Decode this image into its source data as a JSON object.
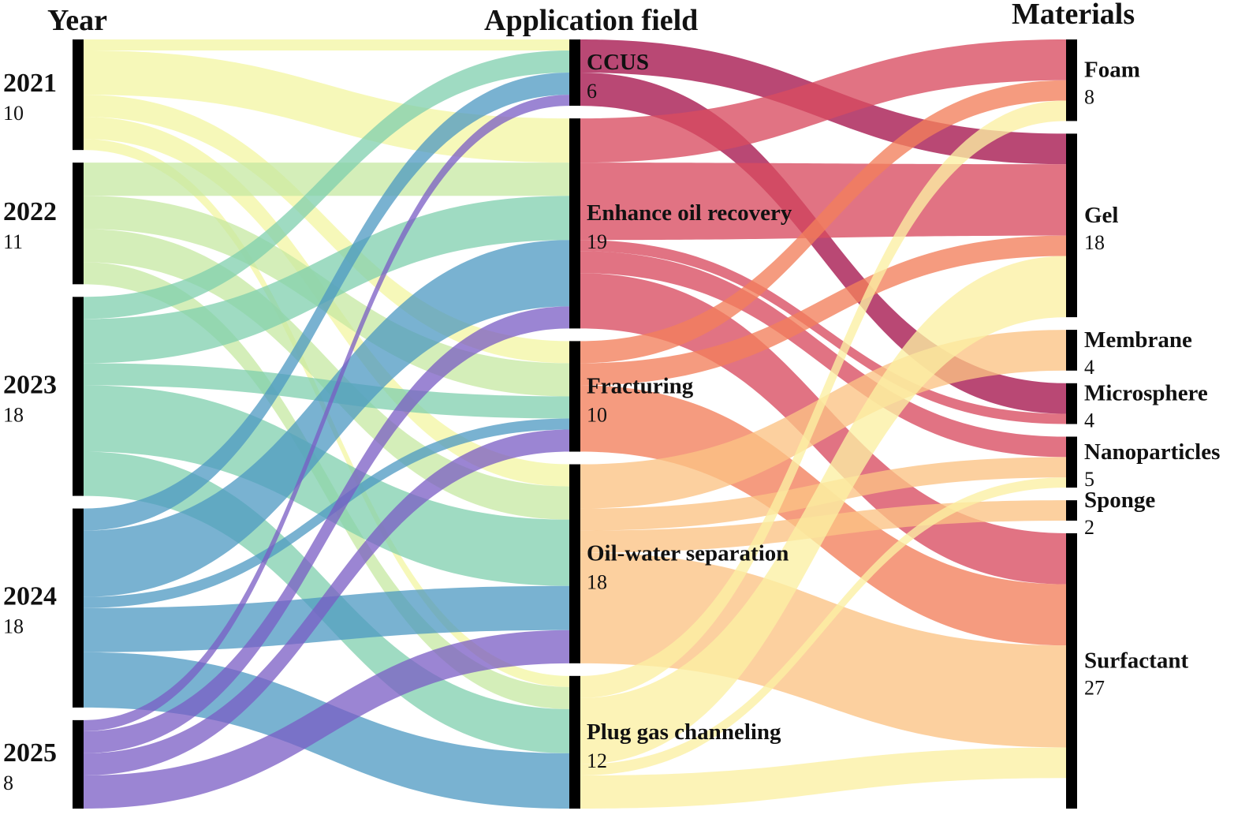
{
  "columns": {
    "year": "Year",
    "application": "Application field",
    "materials": "Materials"
  },
  "years": [
    {
      "id": "2021",
      "label": "2021",
      "value": 10,
      "color": "#f3f6a2"
    },
    {
      "id": "2022",
      "label": "2022",
      "value": 11,
      "color": "#c5e8a2"
    },
    {
      "id": "2023",
      "label": "2023",
      "value": 18,
      "color": "#7fcfae"
    },
    {
      "id": "2024",
      "label": "2024",
      "value": 18,
      "color": "#4c98c2"
    },
    {
      "id": "2025",
      "label": "2025",
      "value": 8,
      "color": "#7a5cc4"
    }
  ],
  "applications": [
    {
      "id": "ccus",
      "label": "CCUS",
      "value": 6,
      "color": "#a5144d"
    },
    {
      "id": "eor",
      "label": "Enhance oil recovery",
      "value": 19,
      "color": "#d84b60"
    },
    {
      "id": "frac",
      "label": "Fracturing",
      "value": 10,
      "color": "#f27f5b"
    },
    {
      "id": "ows",
      "label": "Oil-water separation",
      "value": 18,
      "color": "#fbc384"
    },
    {
      "id": "pgc",
      "label": "Plug gas channeling",
      "value": 12,
      "color": "#fbf0a3"
    }
  ],
  "materials": [
    {
      "id": "foam",
      "label": "Foam",
      "value": 8
    },
    {
      "id": "gel",
      "label": "Gel",
      "value": 18
    },
    {
      "id": "membrane",
      "label": "Membrane",
      "value": 4
    },
    {
      "id": "microsphere",
      "label": "Microsphere",
      "value": 4
    },
    {
      "id": "nano",
      "label": "Nanoparticles",
      "value": 5
    },
    {
      "id": "sponge",
      "label": "Sponge",
      "value": 2
    },
    {
      "id": "surf",
      "label": "Surfactant",
      "value": 27
    }
  ],
  "year_links": [
    {
      "source": "2021",
      "target": "ccus",
      "value": 1
    },
    {
      "source": "2021",
      "target": "eor",
      "value": 4
    },
    {
      "source": "2021",
      "target": "frac",
      "value": 2
    },
    {
      "source": "2021",
      "target": "ows",
      "value": 2
    },
    {
      "source": "2021",
      "target": "pgc",
      "value": 1
    },
    {
      "source": "2022",
      "target": "eor",
      "value": 3
    },
    {
      "source": "2022",
      "target": "frac",
      "value": 3
    },
    {
      "source": "2022",
      "target": "ows",
      "value": 3
    },
    {
      "source": "2022",
      "target": "pgc",
      "value": 2
    },
    {
      "source": "2023",
      "target": "ccus",
      "value": 2
    },
    {
      "source": "2023",
      "target": "eor",
      "value": 4
    },
    {
      "source": "2023",
      "target": "frac",
      "value": 2
    },
    {
      "source": "2023",
      "target": "ows",
      "value": 6
    },
    {
      "source": "2023",
      "target": "pgc",
      "value": 4
    },
    {
      "source": "2024",
      "target": "ccus",
      "value": 2
    },
    {
      "source": "2024",
      "target": "eor",
      "value": 6
    },
    {
      "source": "2024",
      "target": "frac",
      "value": 1
    },
    {
      "source": "2024",
      "target": "ows",
      "value": 4
    },
    {
      "source": "2024",
      "target": "pgc",
      "value": 5
    },
    {
      "source": "2025",
      "target": "ccus",
      "value": 1
    },
    {
      "source": "2025",
      "target": "eor",
      "value": 2
    },
    {
      "source": "2025",
      "target": "frac",
      "value": 2
    },
    {
      "source": "2025",
      "target": "ows",
      "value": 3
    }
  ],
  "material_links": [
    {
      "source": "ccus",
      "target": "gel",
      "value": 3
    },
    {
      "source": "ccus",
      "target": "microsphere",
      "value": 3
    },
    {
      "source": "eor",
      "target": "foam",
      "value": 4
    },
    {
      "source": "eor",
      "target": "gel",
      "value": 7
    },
    {
      "source": "eor",
      "target": "microsphere",
      "value": 1
    },
    {
      "source": "eor",
      "target": "nano",
      "value": 2
    },
    {
      "source": "eor",
      "target": "surf",
      "value": 5
    },
    {
      "source": "frac",
      "target": "foam",
      "value": 2
    },
    {
      "source": "frac",
      "target": "gel",
      "value": 2
    },
    {
      "source": "frac",
      "target": "surf",
      "value": 6
    },
    {
      "source": "ows",
      "target": "membrane",
      "value": 4
    },
    {
      "source": "ows",
      "target": "nano",
      "value": 2
    },
    {
      "source": "ows",
      "target": "sponge",
      "value": 2
    },
    {
      "source": "ows",
      "target": "surf",
      "value": 10
    },
    {
      "source": "pgc",
      "target": "foam",
      "value": 2
    },
    {
      "source": "pgc",
      "target": "gel",
      "value": 6
    },
    {
      "source": "pgc",
      "target": "nano",
      "value": 1
    },
    {
      "source": "pgc",
      "target": "surf",
      "value": 3
    }
  ]
}
